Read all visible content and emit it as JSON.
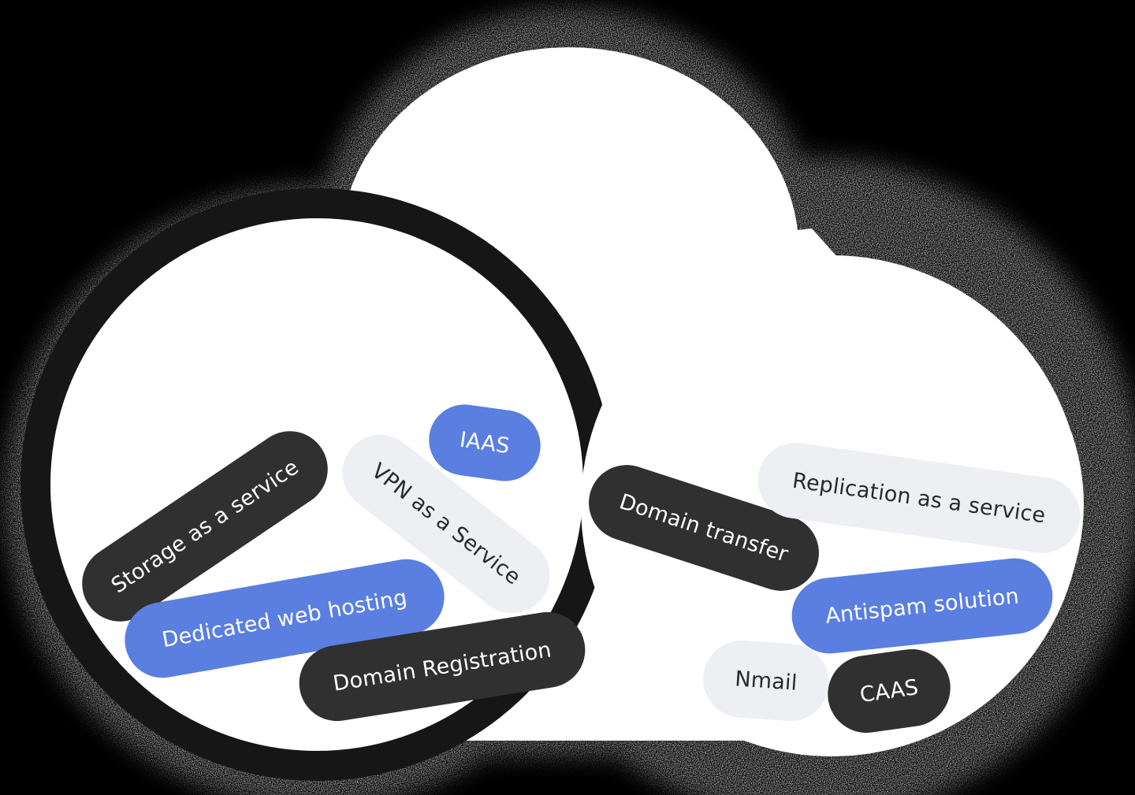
{
  "colors": {
    "background": "#000000",
    "cloud_fill": "#ffffff",
    "outline": "#161616",
    "dark_pill": "#303030",
    "blue_pill": "#5a7fe0",
    "light_pill": "#eeeff3"
  },
  "tags": {
    "iaas": "IAAS",
    "storage": "Storage as a service",
    "vpn": "VPN as a Service",
    "dedicated": "Dedicated web hosting",
    "domain_registration": "Domain Registration",
    "domain_transfer": "Domain transfer",
    "replication": "Replication as a service",
    "antispam": "Antispam solution",
    "nmail": "Nmail",
    "caas": "CAAS"
  }
}
